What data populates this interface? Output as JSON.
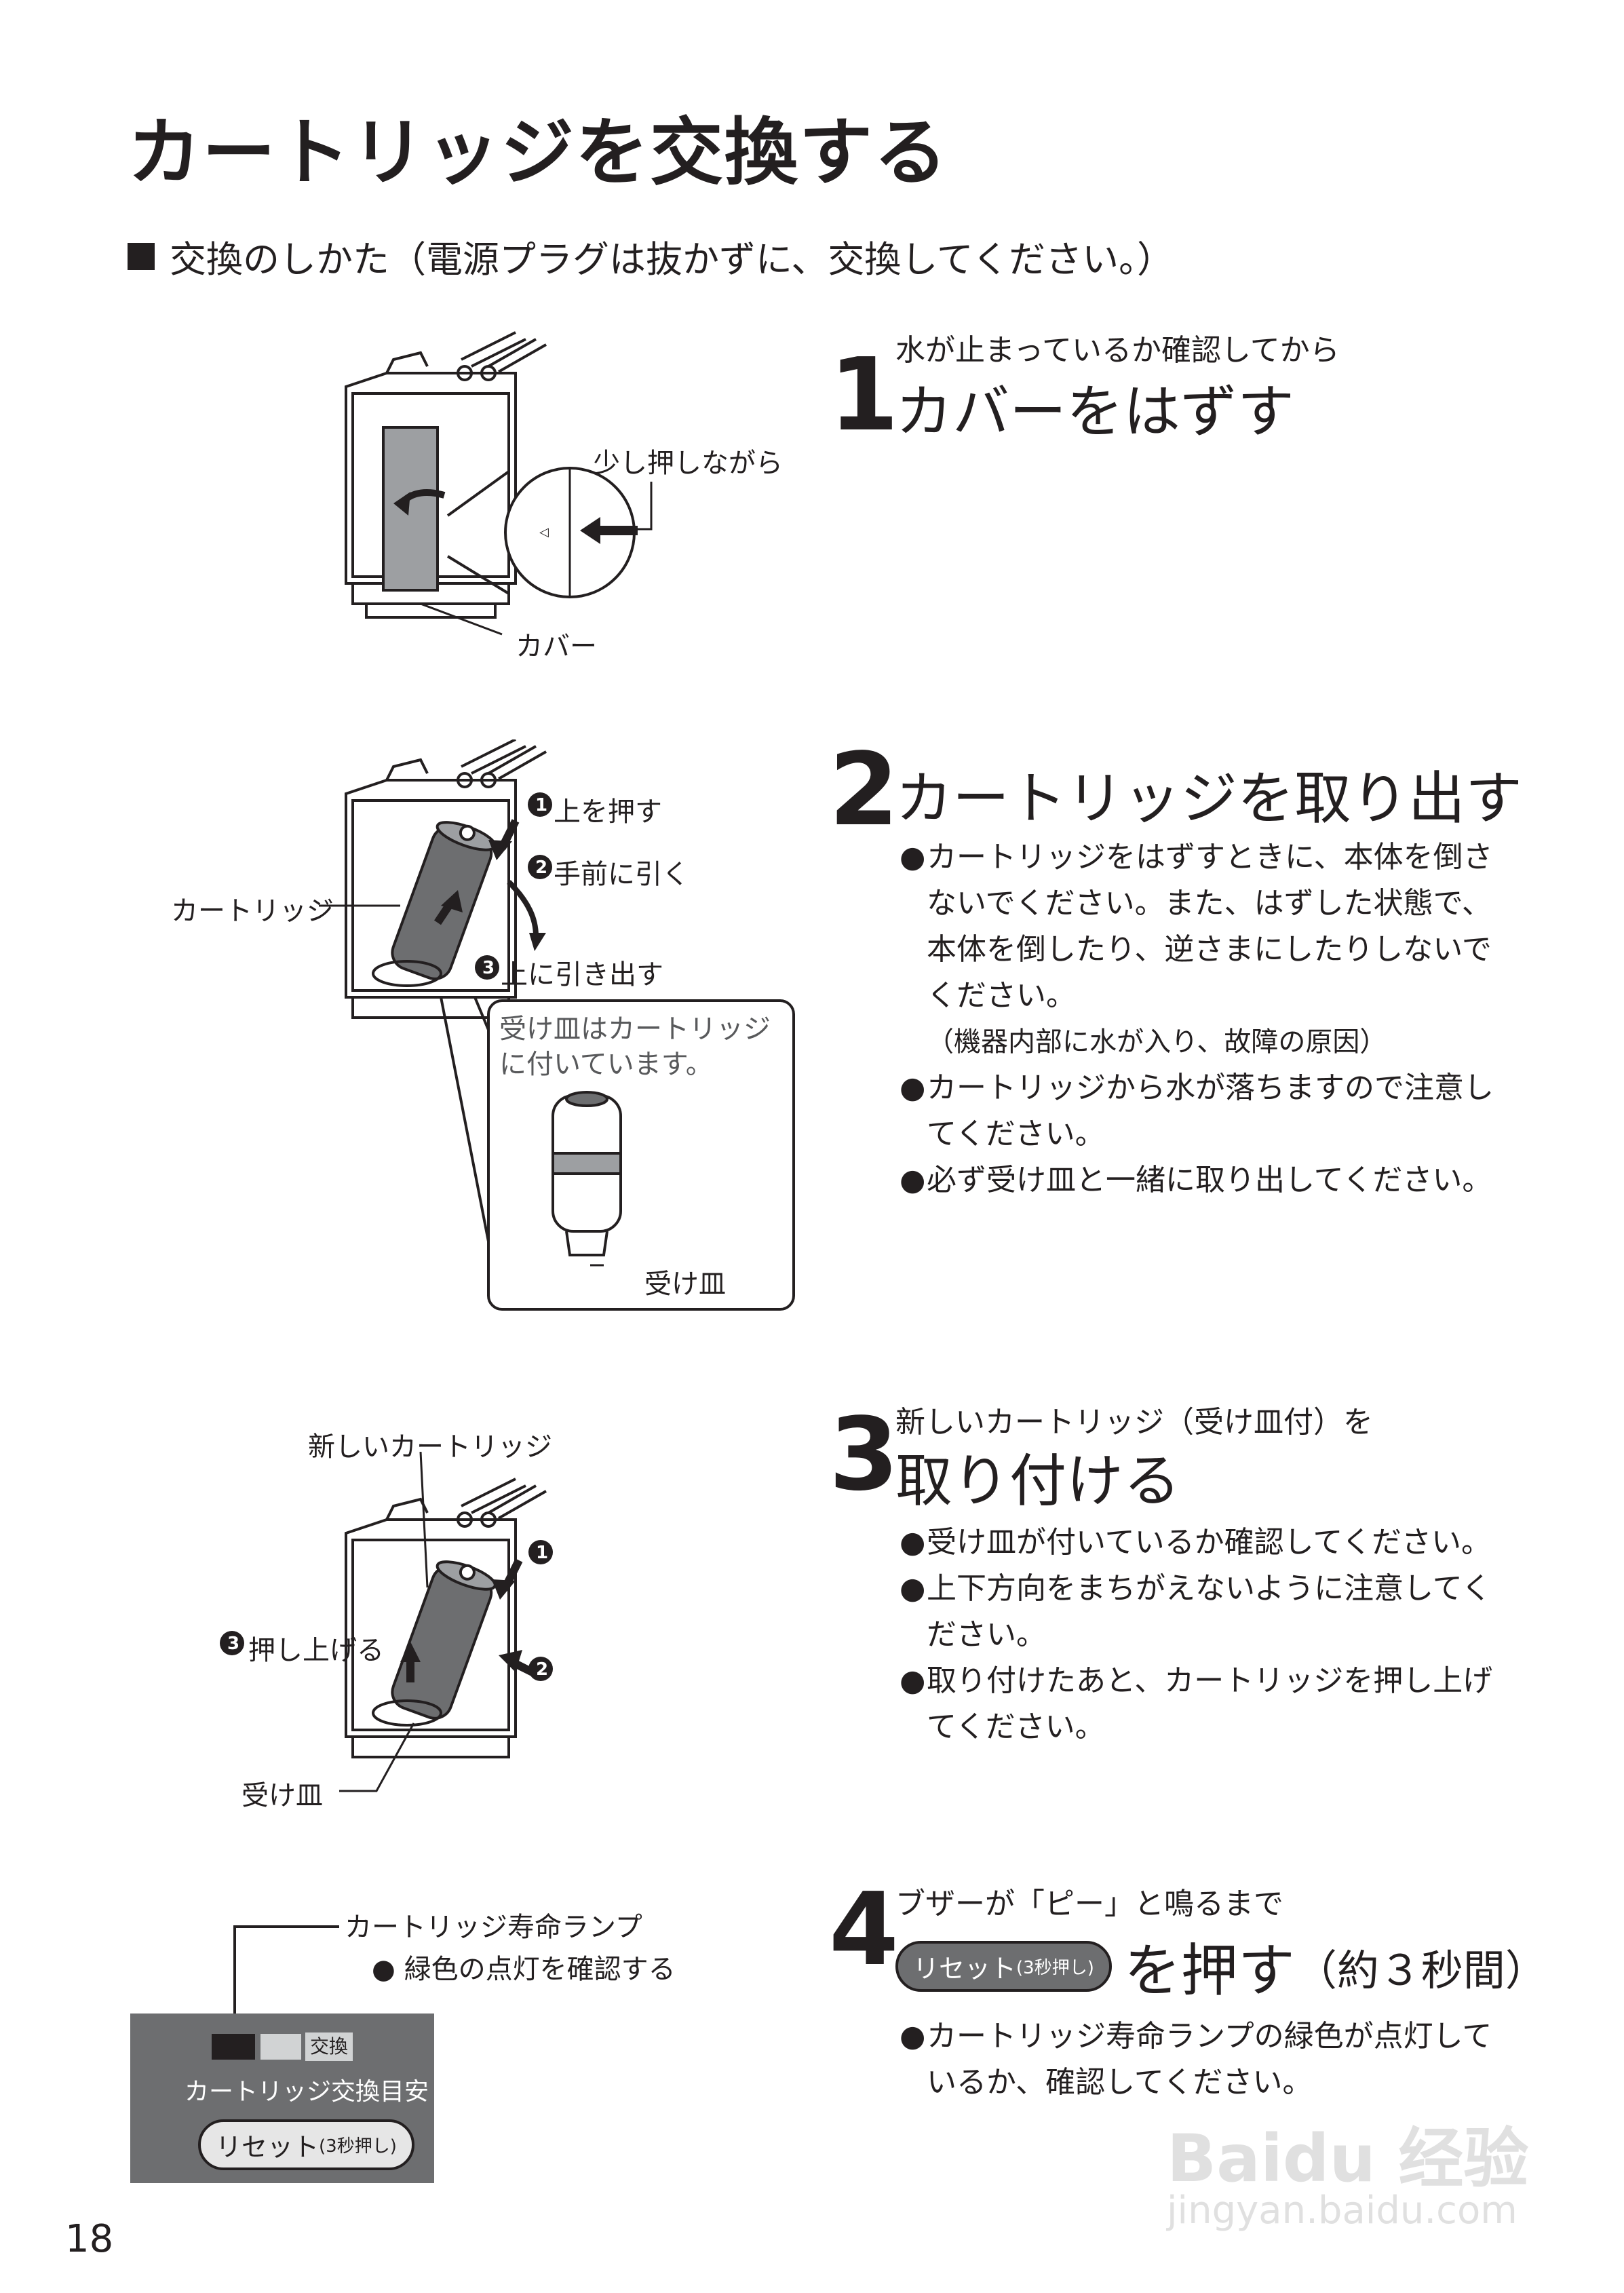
{
  "title": "カートリッジを交換する",
  "subhead": "交換のしかた（電源プラグは抜かずに、交換してください。）",
  "steps": [
    {
      "num": "1",
      "pre": "水が止まっているか確認してから",
      "main": "カバーをはずす",
      "labels": {
        "push": "少し押しながら",
        "cover": "カバー"
      }
    },
    {
      "num": "2",
      "main": "カートリッジを取り出す",
      "bullets": [
        [
          "カートリッジをはずすときに、本体を倒さ",
          "ないでください。また、はずした状態で、",
          "本体を倒したり、逆さまにしたりしないで",
          "ください。"
        ],
        [
          "カートリッジから水が落ちますので注意し",
          "てください。"
        ],
        [
          "必ず受け皿と一緒に取り出してください。"
        ]
      ],
      "note": "（機器内部に水が入り、故障の原因）",
      "labels": {
        "cartridge": "カートリッジ",
        "a1": "上を押す",
        "a2": "手前に引く",
        "a3": "上に引き出す",
        "callout1": "受け皿はカートリッジ",
        "callout2": "に付いています。",
        "tray": "受け皿"
      }
    },
    {
      "num": "3",
      "pre": "新しいカートリッジ（受け皿付）を",
      "main": "取り付ける",
      "bullets": [
        [
          "受け皿が付いているか確認してください。"
        ],
        [
          "上下方向をまちがえないように注意してく",
          "ださい。"
        ],
        [
          "取り付けたあと、カートリッジを押し上げ",
          "てください。"
        ]
      ],
      "labels": {
        "newcart": "新しいカートリッジ",
        "pushup": "押し上げる",
        "tray": "受け皿"
      }
    },
    {
      "num": "4",
      "pre": "ブザーが「ピー」と鳴るまで",
      "main": "を押す",
      "main_suffix": "（約３秒間）",
      "bullets": [
        [
          "カートリッジ寿命ランプの緑色が点灯して",
          "いるか、確認してください。"
        ]
      ],
      "labels": {
        "lamp": "カートリッジ寿命ランプ",
        "lampnote": "緑色の点灯を確認する",
        "exchange": "交換",
        "guide": "カートリッジ交換目安",
        "reset": "リセット",
        "reset_small": "(3秒押し)"
      }
    }
  ],
  "page_number": "18",
  "watermark": {
    "brand": "Baidu 经验",
    "url": "jingyan.baidu.com"
  }
}
